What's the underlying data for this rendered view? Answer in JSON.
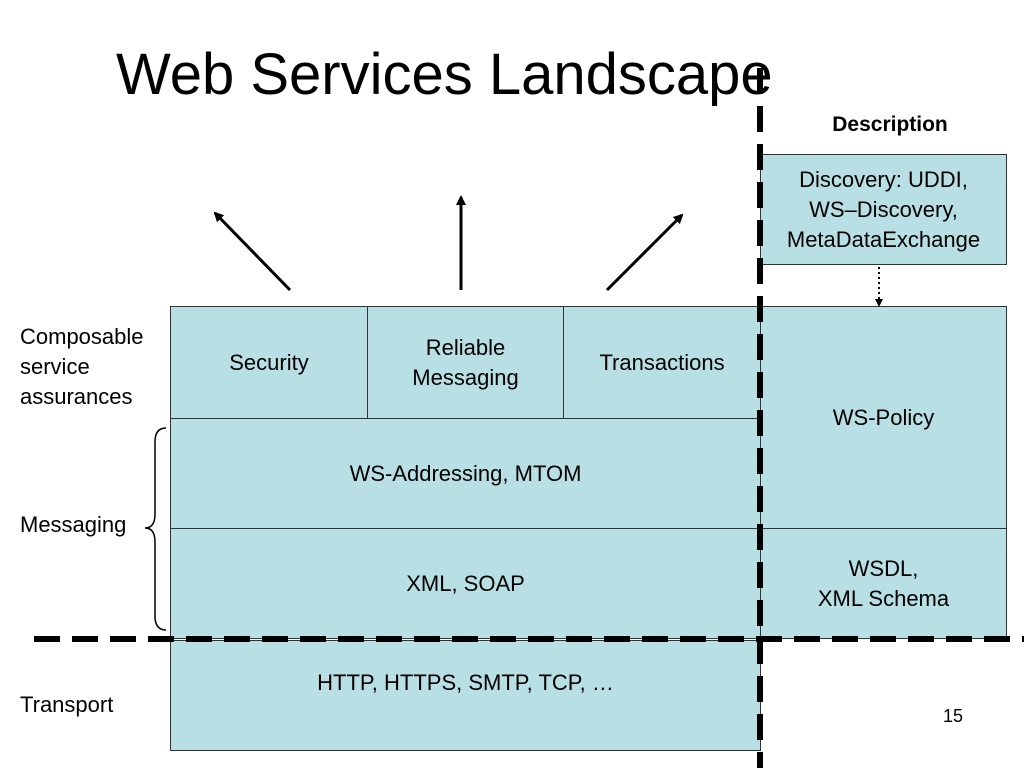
{
  "slide": {
    "title": "Web Services Landscape",
    "page_number": "15"
  },
  "description": {
    "heading": "Description",
    "discovery": "Discovery: UDDI,\nWS–Discovery,\nMetaDataExchange",
    "policy": "WS-Policy",
    "wsdl": "WSDL,\nXML Schema"
  },
  "layers": {
    "security": "Security",
    "reliable_messaging": "Reliable\nMessaging",
    "transactions": "Transactions",
    "addressing": "WS-Addressing, MTOM",
    "xml_soap": "XML, SOAP",
    "transport": "HTTP, HTTPS, SMTP, TCP, …"
  },
  "side_labels": {
    "composable": "Composable\nservice\nassurances",
    "messaging": "Messaging",
    "transport": "Transport"
  },
  "colors": {
    "box_fill": "#b8dfe3",
    "box_border": "#333333",
    "line": "#000000"
  }
}
